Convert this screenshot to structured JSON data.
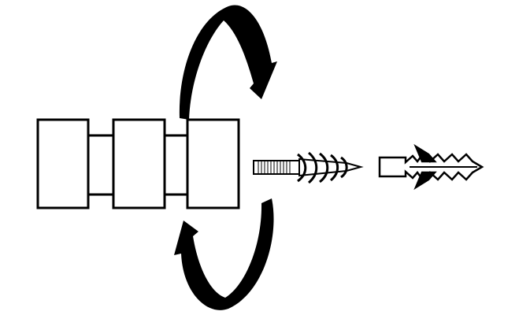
{
  "diagram": {
    "colors": {
      "stroke": "#000000",
      "fill": "#ffffff",
      "arrow": "#000000"
    },
    "parts": {
      "knob": "double-knob",
      "rotation": "rotation-arrows",
      "screw": "screw",
      "wall_plug": "wall-plug"
    }
  }
}
